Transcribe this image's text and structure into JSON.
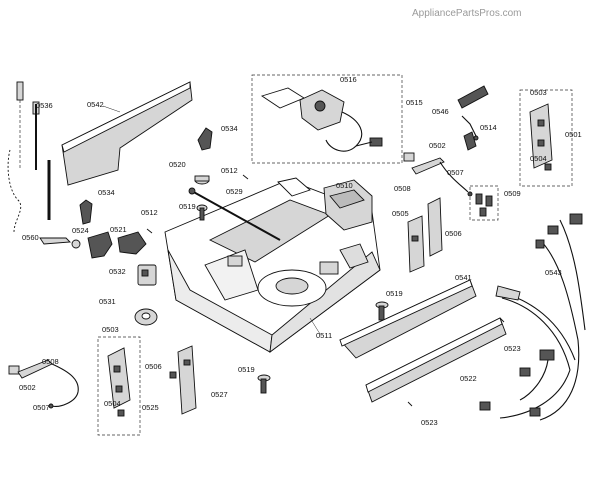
{
  "watermark": "AppliancePartsPros.com",
  "callouts": {
    "c0536": "0536",
    "c0542": "0542",
    "c0534a": "0534",
    "c0534b": "0534",
    "c0516": "0516",
    "c0515": "0515",
    "c0546": "0546",
    "c0503a": "0503",
    "c0503b": "0503",
    "c0501": "0501",
    "c0514": "0514",
    "c0502a": "0502",
    "c0502b": "0502",
    "c0504a": "0504",
    "c0504b": "0504",
    "c0520": "0520",
    "c0512a": "0512",
    "c0512b": "0512",
    "c0529": "0529",
    "c0510": "0510",
    "c0508a": "0508",
    "c0508b": "0508",
    "c0507a": "0507",
    "c0507b": "0507",
    "c0509": "0509",
    "c0519a": "0519",
    "c0519b": "0519",
    "c0519c": "0519",
    "c0521": "0521",
    "c0524": "0524",
    "c0560": "0560",
    "c0505": "0505",
    "c0506a": "0506",
    "c0506b": "0506",
    "c0543": "0543",
    "c0532": "0532",
    "c0541": "0541",
    "c0531": "0531",
    "c0511": "0511",
    "c0523a": "0523",
    "c0523b": "0523",
    "c0522": "0522",
    "c0525": "0525",
    "c0527": "0527"
  }
}
